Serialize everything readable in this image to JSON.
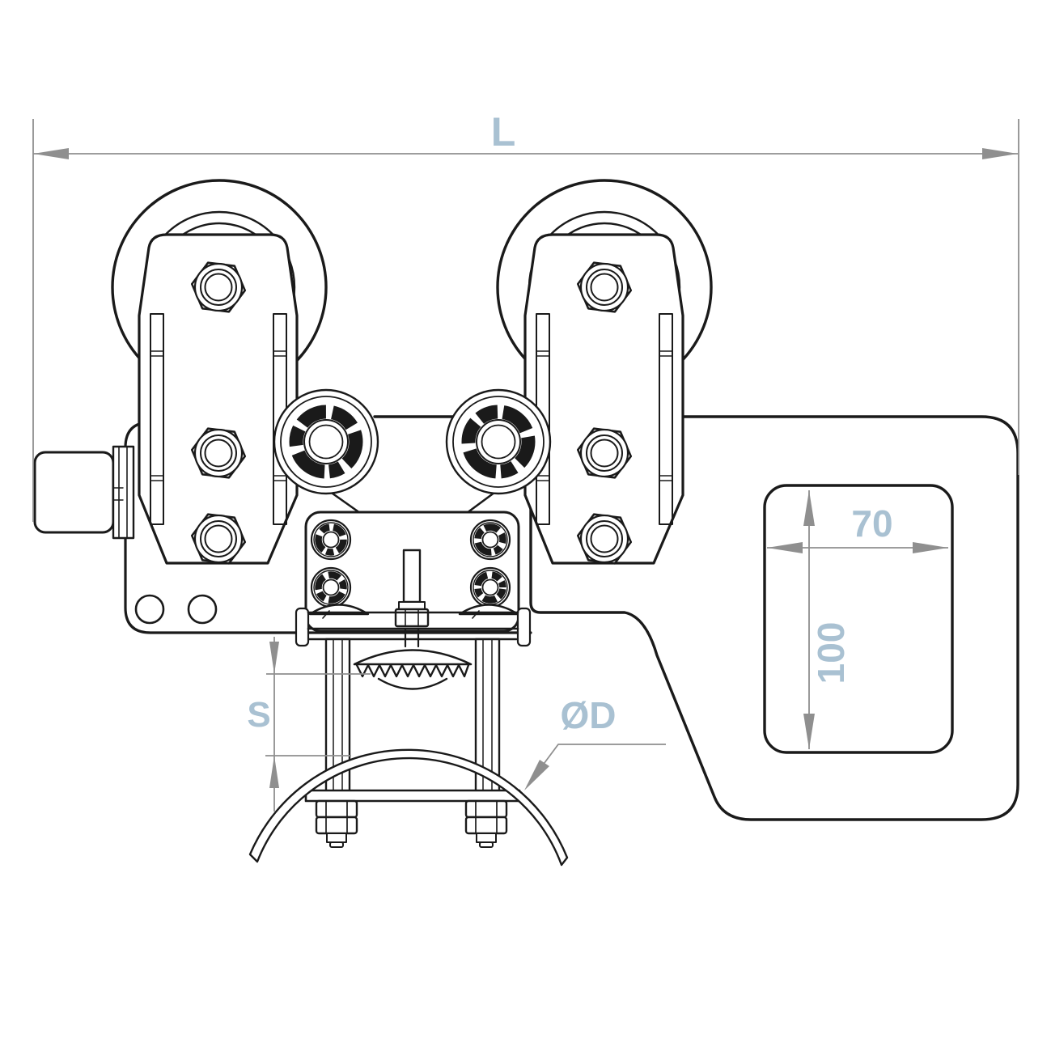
{
  "drawing": {
    "type": "technical-drawing",
    "subject": "beam trolley with cable clamp - front view",
    "dimensions": {
      "length": {
        "label": "L"
      },
      "window_width": {
        "label": "70",
        "value": 70
      },
      "window_height": {
        "label": "100",
        "value": 100
      },
      "clamp_range": {
        "label": "S"
      },
      "cable_diameter": {
        "label": "ØD"
      }
    },
    "colors": {
      "line": "#1a1a1a",
      "dim": "#8f8f8f",
      "lbl": "#a9c1d2",
      "bg": "#ffffff"
    }
  }
}
